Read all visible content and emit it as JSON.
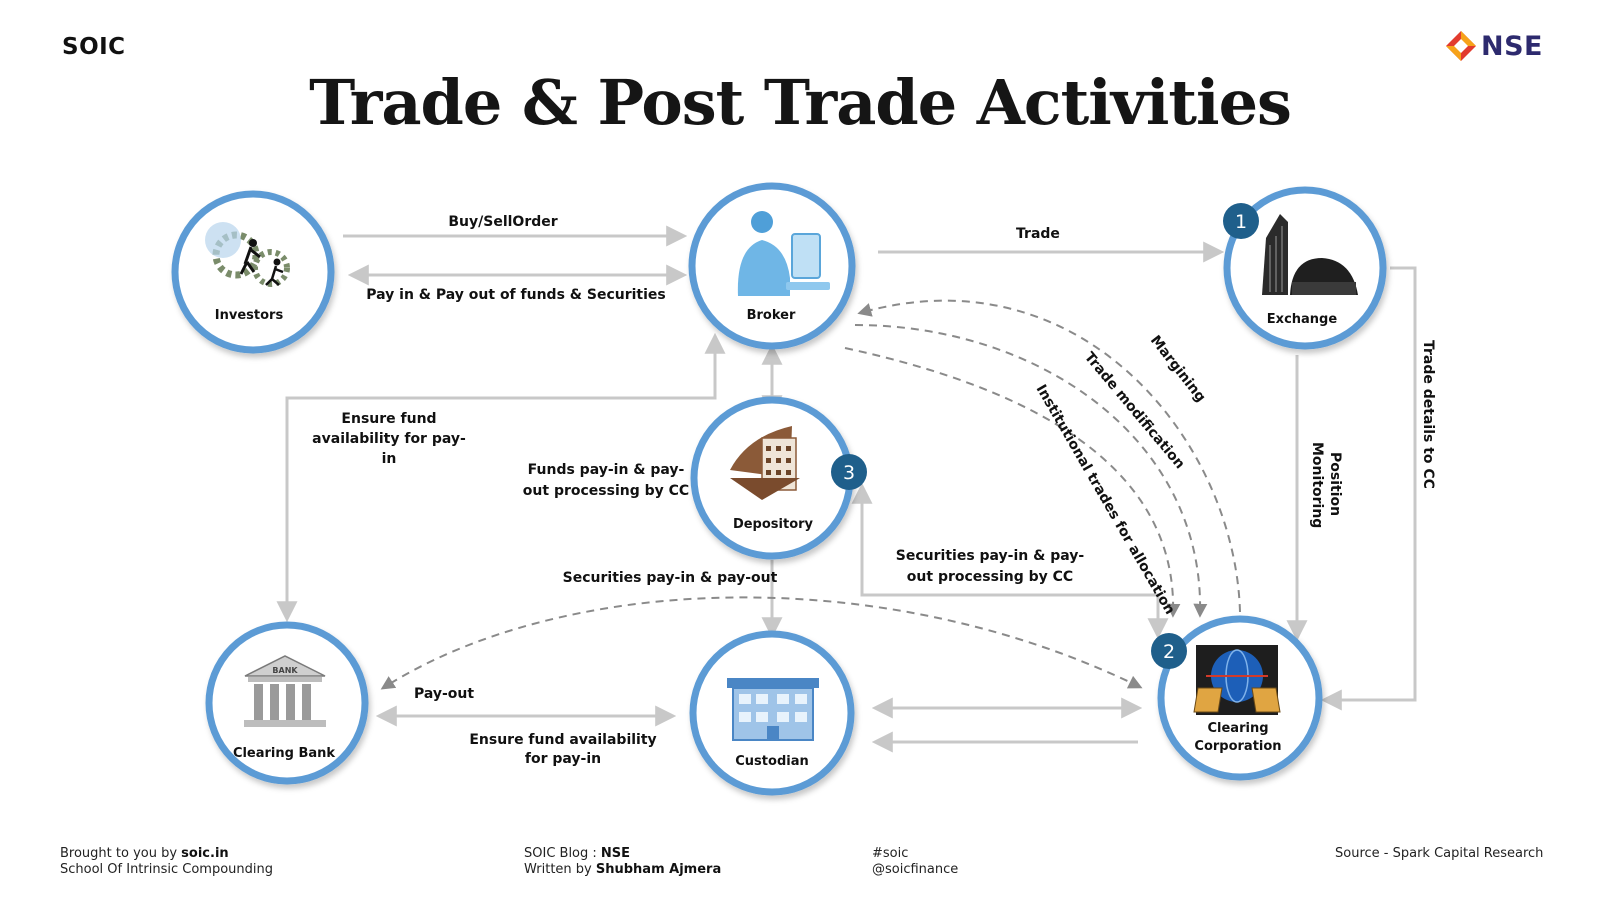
{
  "brand": "SOIC",
  "logo": {
    "text": "NSE",
    "colors": [
      "#e23b2e",
      "#f6a21a",
      "#2d2a6e"
    ]
  },
  "title": "Trade & Post Trade Activities",
  "colors": {
    "ring": "#5b9bd5",
    "badge": "#1f5f8b",
    "arrow": "#c8c8c8",
    "dashed": "#8a8a8a"
  },
  "nodes": {
    "investors": {
      "label": "Investors"
    },
    "broker": {
      "label": "Broker"
    },
    "exchange": {
      "label": "Exchange"
    },
    "depository": {
      "label": "Depository"
    },
    "clearing_bank": {
      "label": "Clearing Bank"
    },
    "custodian": {
      "label": "Custodian"
    },
    "clearing_corp": {
      "line1": "Clearing",
      "line2": "Corporation"
    }
  },
  "badges": {
    "exchange": "1",
    "clearing_corp": "2",
    "depository": "3"
  },
  "edges": {
    "buy_sell": "Buy/SellOrder",
    "pay_in_out": "Pay in & Pay out of funds & Securities",
    "trade": "Trade",
    "margining": "Margining",
    "trade_mod": "Trade modification",
    "institutional": "Institutional trades for allocation",
    "trade_details": "Trade details to CC",
    "position_1": "Position",
    "position_2": "Monitoring",
    "ensure_fund_1": "Ensure fund",
    "ensure_fund_2": "availability for pay-",
    "ensure_fund_3": "in",
    "funds_payin_1": "Funds pay-in & pay-",
    "funds_payin_2": "out processing by CC",
    "sec_payin_out": "Securities pay-in & pay-out",
    "sec_payin_cc_1": "Securities pay-in & pay-",
    "sec_payin_cc_2": "out processing by CC",
    "pay_out": "Pay-out",
    "ensure_fund_bottom_1": "Ensure fund availability",
    "ensure_fund_bottom_2": "for pay-in"
  },
  "icons": {
    "investors": "investors-gears-icon",
    "broker": "broker-at-computer-icon",
    "exchange": "exchange-building-icon",
    "depository": "depository-building-icon",
    "clearing_bank": "bank-icon",
    "custodian": "custodian-building-icon",
    "clearing_corp": "clearing-globe-computers-icon"
  },
  "bank_sign": "BANK",
  "footer": {
    "left_prefix": "Brought to you by ",
    "left_link": "soic.in",
    "left_line2": "School Of Intrinsic Compounding",
    "mid_prefix": "SOIC Blog : ",
    "mid_topic": "NSE",
    "mid_line2_prefix": "Written by ",
    "mid_author": "Shubham Ajmera",
    "tag1": "#soic",
    "tag2": "@soicfinance",
    "source": "Source - Spark Capital Research"
  }
}
